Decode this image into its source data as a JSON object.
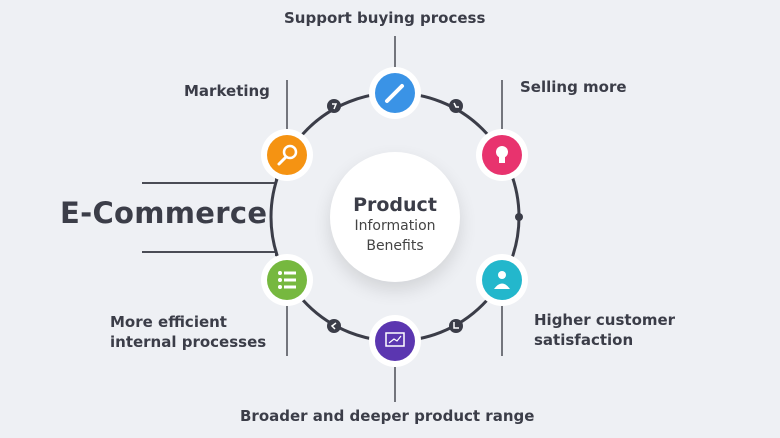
{
  "title": "E-Commerce",
  "center": {
    "line1": "Product",
    "line2": "Information",
    "line3": "Benefits"
  },
  "benefits": [
    {
      "label": "Support buying process",
      "icon": "pencil-icon",
      "color": "#3a93e6"
    },
    {
      "label": "Selling more",
      "icon": "lightbulb-icon",
      "color": "#e8336e"
    },
    {
      "label_line1": "Higher customer",
      "label_line2": "satisfaction",
      "icon": "user-icon",
      "color": "#23b7cc"
    },
    {
      "label": "Broader and deeper product range",
      "icon": "presentation-chart-icon",
      "color": "#5b36b0"
    },
    {
      "label_line1": "More efficient",
      "label_line2": "internal processes",
      "icon": "list-icon",
      "color": "#76b83f"
    },
    {
      "label": "Marketing",
      "icon": "magnifier-icon",
      "color": "#f59312"
    }
  ]
}
